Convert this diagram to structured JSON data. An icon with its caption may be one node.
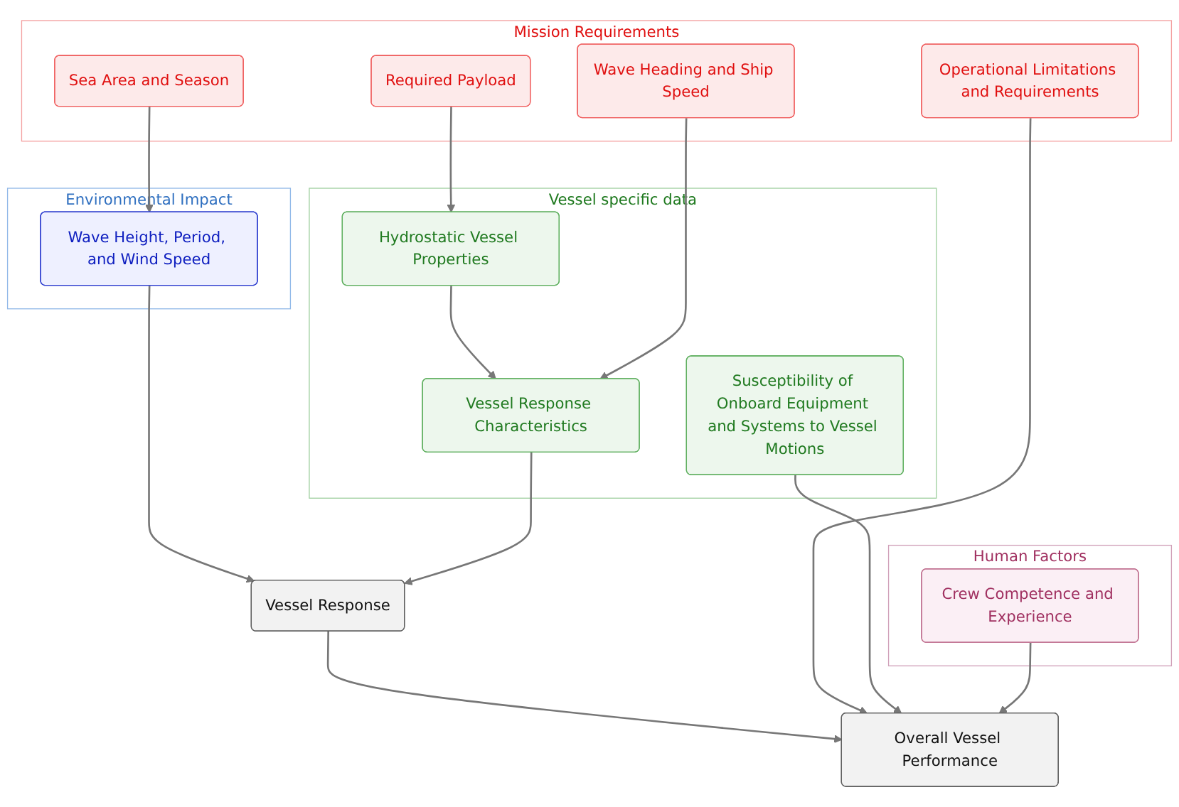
{
  "diagram": {
    "nodes": [
      {
        "text": [
          "Mission Requirements"
        ]
      },
      {
        "text": [
          "Required Payload"
        ],
        "in": 0
      },
      {
        "text": [
          "Operational Limitations and Requirements"
        ],
        "in": 0
      },
      {
        "text": [
          "Sea Area and Season"
        ],
        "in": 0
      },
      {
        "text": [
          "Wave Heading and Ship Speed"
        ],
        "in": 0
      },
      {
        "text": [
          "Vessel specific data"
        ]
      },
      {
        "text": [
          "Hydrostatic Vessel Properties"
        ],
        "in": 5
      },
      {
        "text": [
          "Vessel Response Characteristics"
        ],
        "in": 5
      },
      {
        "text": [
          "Susceptibility of Onboard Equipment and Systems to Vessel Motions"
        ],
        "in": 5
      },
      {
        "text": [
          "Environmental Impact"
        ]
      },
      {
        "text": [
          "Wave Height, Period, and Wind Speed"
        ],
        "in": 9
      },
      {
        "text": [
          "Vessel Response"
        ]
      },
      {
        "text": [
          "Overall Vessel Performance"
        ]
      },
      {
        "text": [
          "Human Factors"
        ]
      },
      {
        "text": [
          "Crew Competence and Experience"
        ],
        "in": 13
      }
    ],
    "edges": [
      {
        "from": 1,
        "to": 6,
        "arrow": "to"
      },
      {
        "from": 6,
        "to": 7,
        "arrow": "to"
      },
      {
        "from": 4,
        "to": 7,
        "arrow": "to"
      },
      {
        "from": 3,
        "to": 10,
        "arrow": "to"
      },
      {
        "from": 10,
        "to": 11,
        "arrow": "to"
      },
      {
        "from": 7,
        "to": 11,
        "arrow": "to"
      },
      {
        "from": 11,
        "to": 12,
        "arrow": "to"
      },
      {
        "from": 2,
        "to": 12,
        "arrow": "to"
      },
      {
        "from": 8,
        "to": 12,
        "arrow": "to"
      },
      {
        "from": 14,
        "to": 12,
        "arrow": "to"
      }
    ]
  }
}
